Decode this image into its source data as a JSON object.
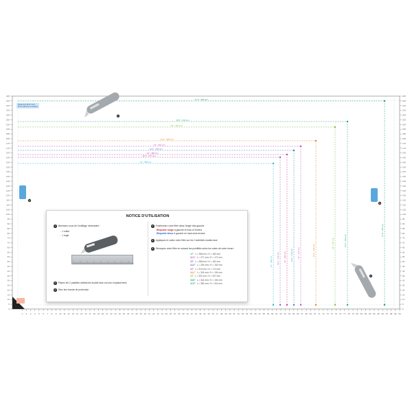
{
  "colors": {
    "frame": "#9a9a9a",
    "grid_dot": "#b9d8dd",
    "c12": "#2bb3d6",
    "c12_1": "#9b59b6",
    "c13": "#d4458e",
    "c13_3": "#3a7fd5",
    "c14": "#c94fb8",
    "c14_1": "#e67e22",
    "c15": "#7bbf3a",
    "c15_6": "#25a77a",
    "c17": "#1f9e6b",
    "accent_red": "#d21f1f",
    "accent_blue": "#1f5fd2"
  },
  "ruler": {
    "top_labels": [
      "1",
      "2",
      "3",
      "4",
      "5",
      "6",
      "7",
      "8",
      "9",
      "10",
      "11",
      "12",
      "13",
      "14",
      "15",
      "16",
      "17",
      "18",
      "19",
      "20",
      "21",
      "22",
      "23",
      "24",
      "25",
      "26",
      "27",
      "28",
      "29",
      "30",
      "31",
      "32",
      "33",
      "34",
      "35",
      "36",
      "37",
      "38",
      "39",
      "40",
      "41",
      "42",
      "43",
      "44",
      "45",
      "46",
      "47",
      "48",
      "49",
      "50",
      "51",
      "52",
      "53",
      "54",
      "55",
      "56",
      "57",
      "58",
      "59",
      "60",
      "61",
      "62",
      "63",
      "64",
      "65",
      "66",
      "67",
      "68",
      "69",
      "70",
      "71",
      "72",
      "73",
      "74",
      "75",
      "76",
      "77",
      "78",
      "79",
      "80",
      "81",
      "82",
      "83",
      "84",
      "85",
      "86",
      "87",
      "88",
      "89",
      "90"
    ],
    "side_labels": [
      "225",
      "220",
      "215",
      "210",
      "205",
      "200",
      "195",
      "190",
      "185",
      "180",
      "175",
      "170",
      "165",
      "160",
      "155",
      "150",
      "145",
      "140",
      "135",
      "130",
      "125",
      "120",
      "115",
      "110",
      "105",
      "100",
      "95",
      "90",
      "85",
      "80",
      "75",
      "70",
      "65",
      "60",
      "55",
      "50",
      "45",
      "40",
      "35",
      "30",
      "25",
      "20",
      "15",
      "10",
      "5",
      "0"
    ]
  },
  "frames": [
    {
      "label": "12\" - 286 mm",
      "vlabel": "12\" - 180 mm",
      "color_key": "c12"
    },
    {
      "label": "12,1\" - 277 mm",
      "vlabel": "12,1\" - 172 mm",
      "color_key": "c12_1"
    },
    {
      "label": "13\" - 286 mm",
      "vlabel": "13\" - 180 mm",
      "color_key": "c13"
    },
    {
      "label": "13,3\" - 294 mm",
      "vlabel": "13,3\" - 178 mm",
      "color_key": "c13_3"
    },
    {
      "label": "14\" - 310 mm",
      "vlabel": "14\" - 174 mm",
      "color_key": "c14"
    },
    {
      "label": "14,1\" - 304 mm",
      "vlabel": "14,1\" - 190 mm",
      "color_key": "c14_1"
    },
    {
      "label": "15\" - 331 mm",
      "vlabel": "15\" - 207 mm",
      "color_key": "c15"
    },
    {
      "label": "15,6\" - 344 mm",
      "vlabel": "15,6\" - 194 mm",
      "color_key": "c15_6"
    },
    {
      "label": "17,3\" - 382 mm",
      "vlabel": "17,3\" - 215 mm",
      "color_key": "c17"
    }
  ],
  "notice": {
    "title": "NOTICE D'UTILISATION",
    "step1": "Munissez-vous de l'outillage nécessaire :",
    "step1_a": "- 1 cutter",
    "step1_b": "- 1 règle",
    "step2": "Placez les 2 pastilles adhésives double-face sur leur emplacement",
    "step3": "Otez leur bande de protection",
    "step4": "Positionnez votre filtre dans l'angle bas gauche",
    "step4_red": "Etiquette rouge",
    "step4_red_txt": "à gauche en bas à l'envers",
    "step4_blue": "Etiquette bleue",
    "step4_blue_txt": "à gauche en haut sens lecture",
    "step5": "Appliquez et collez votre filtre sur les 2 adhésifs double-face",
    "step6": "Découpez votre filtre en suivant les pointillés selon les cotes de votre écran :",
    "num1": "1",
    "num2": "2",
    "num3": "3",
    "num4": "4",
    "num5": "5",
    "num6": "6"
  },
  "sizes": [
    {
      "inch": "12\"",
      "dims": "L = 286 mm / H = 180 mm",
      "color_key": "c12"
    },
    {
      "inch": "12,1\"",
      "dims": "L = 277 mm / H = 172 mm",
      "color_key": "c12_1"
    },
    {
      "inch": "13\"",
      "dims": "L = 286 mm / H = 162 mm",
      "color_key": "c13"
    },
    {
      "inch": "13,3\"",
      "dims": "L = 294 mm / H = 162 mm",
      "color_key": "c13_3"
    },
    {
      "inch": "14\"",
      "dims": "L = 310 mm / H = 174 mm",
      "color_key": "c14"
    },
    {
      "inch": "14,1\"",
      "dims": "L = 304 mm / H = 190 mm",
      "color_key": "c14_1"
    },
    {
      "inch": "15\"",
      "dims": "L = 331 mm / H = 207 mm",
      "color_key": "c15"
    },
    {
      "inch": "15,6\"",
      "dims": "L = 344 mm / H = 194 mm",
      "color_key": "c15_6"
    },
    {
      "inch": "17,3\"",
      "dims": "L = 382 mm / H = 215 mm",
      "color_key": "c17"
    }
  ],
  "tags": {
    "blue_tag_line1": "Placement Bl for front",
    "blue_tag_line2": "Bl for adhesive emulation",
    "corner_num_a": "4",
    "corner_num_b": "5",
    "cutter_num_top": "1",
    "cutter_num_bottom": "6"
  }
}
